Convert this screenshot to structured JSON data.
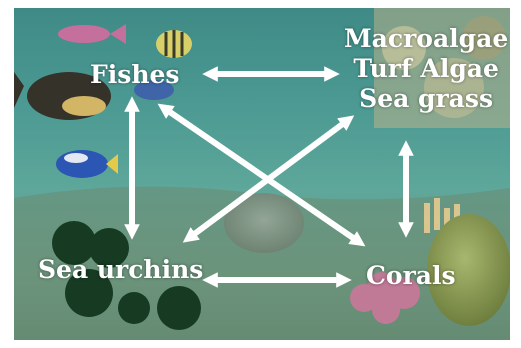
{
  "diagram": {
    "nodes": {
      "fishes": "Fishes",
      "algae": [
        "Macroalgae",
        "Turf Algae",
        "Sea grass"
      ],
      "sea_urchins": "Sea urchins",
      "corals": "Corals"
    },
    "edges": [
      {
        "from": "Fishes",
        "to": "Macroalgae / Turf Algae / Sea grass",
        "direction": "both"
      },
      {
        "from": "Fishes",
        "to": "Sea urchins",
        "direction": "both"
      },
      {
        "from": "Fishes",
        "to": "Corals",
        "direction": "both"
      },
      {
        "from": "Macroalgae / Turf Algae / Sea grass",
        "to": "Sea urchins",
        "direction": "both"
      },
      {
        "from": "Macroalgae / Turf Algae / Sea grass",
        "to": "Corals",
        "direction": "both"
      },
      {
        "from": "Sea urchins",
        "to": "Corals",
        "direction": "both"
      }
    ],
    "colors": {
      "arrow": "#ffffff",
      "label": "#ffffff",
      "water": "#4c9a93"
    }
  }
}
